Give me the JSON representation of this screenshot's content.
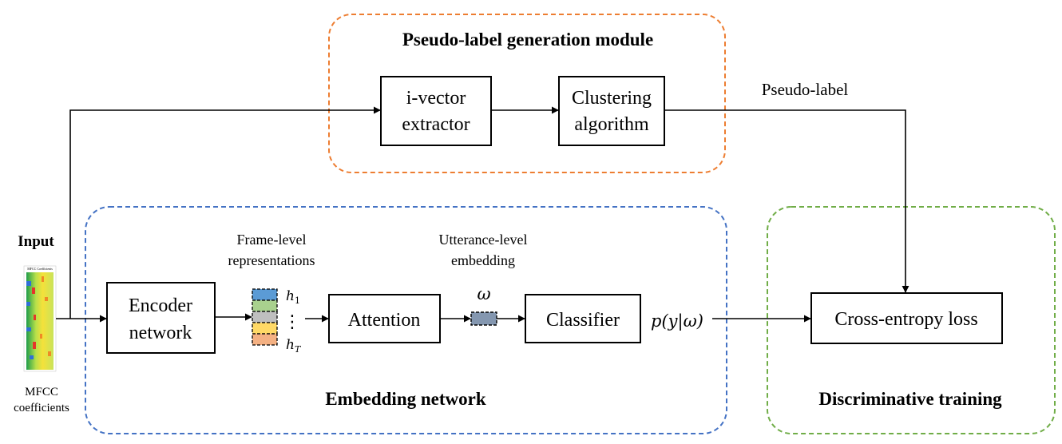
{
  "groups": {
    "pseudo": {
      "title": "Pseudo-label generation module",
      "color": "#ED7D31"
    },
    "embedding": {
      "title": "Embedding network",
      "color": "#4472C4"
    },
    "discriminative": {
      "title": "Discriminative training",
      "color": "#70AD47"
    }
  },
  "input": {
    "label": "Input",
    "image_title": "MFCC Coefficients",
    "caption_line1": "MFCC",
    "caption_line2": "coefficients"
  },
  "boxes": {
    "ivector": {
      "line1": "i-vector",
      "line2": "extractor"
    },
    "clustering": {
      "line1": "Clustering",
      "line2": "algorithm"
    },
    "encoder": {
      "line1": "Encoder",
      "line2": "network"
    },
    "attention": {
      "label": "Attention"
    },
    "classifier": {
      "label": "Classifier"
    },
    "loss": {
      "label": "Cross-entropy loss"
    }
  },
  "annotations": {
    "pseudo_label": "Pseudo-label",
    "frame_level_line1": "Frame-level",
    "frame_level_line2": "representations",
    "utterance_line1": "Utterance-level",
    "utterance_line2": "embedding",
    "omega": "ω",
    "h1": "h",
    "h1_sub": "1",
    "hT": "h",
    "hT_sub": "T",
    "vdots": "⋮",
    "prob": "p(y|ω)"
  },
  "stack_colors": [
    "#5B9BD5",
    "#A9D18E",
    "#BFBFBF",
    "#FFD966",
    "#F4B183"
  ],
  "embedding_color": "#8497B0"
}
